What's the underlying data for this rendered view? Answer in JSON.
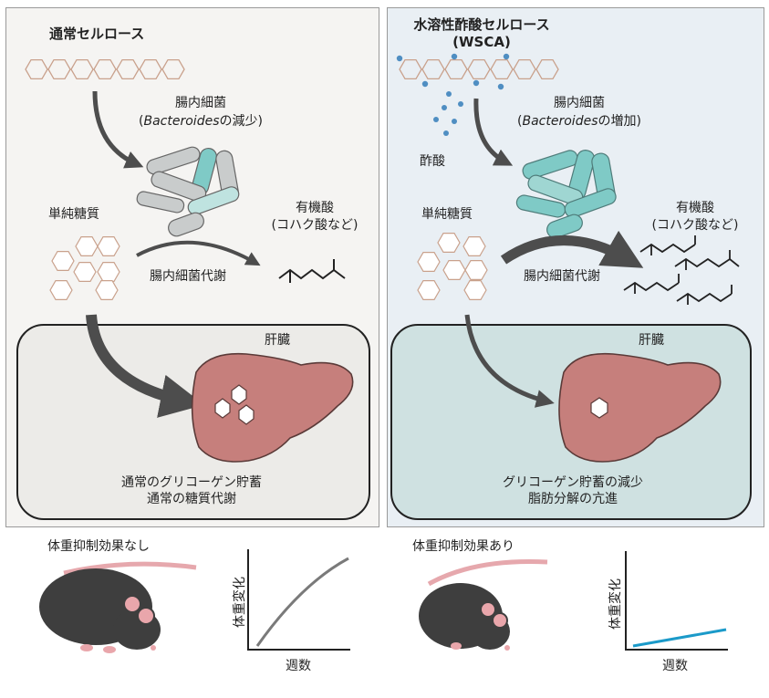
{
  "left": {
    "title": "通常セルロース",
    "bacteria_label": "腸内細菌",
    "bacteria_sub_open": "(",
    "bacteria_sub_italic": "Bacteroides",
    "bacteria_sub_rest": "の減少)",
    "simple_sugar": "単純糖質",
    "organic_acid": "有機酸",
    "organic_acid_sub": "(コハク酸など)",
    "metabolism": "腸内細菌代謝",
    "liver": "肝臓",
    "liver_line1": "通常のグリコーゲン貯蓄",
    "liver_line2": "通常の糖質代謝",
    "effect": "体重抑制効果なし",
    "graph_ylabel": "体重変化",
    "graph_xlabel": "週数",
    "curve_color": "#7a7a7a"
  },
  "right": {
    "title": "水溶性酢酸セルロース",
    "title2": "(WSCA)",
    "acetate": "酢酸",
    "bacteria_label": "腸内細菌",
    "bacteria_sub_open": "(",
    "bacteria_sub_italic": "Bacteroides",
    "bacteria_sub_rest": "の増加)",
    "simple_sugar": "単純糖質",
    "organic_acid": "有機酸",
    "organic_acid_sub": "(コハク酸など)",
    "metabolism": "腸内細菌代謝",
    "liver": "肝臓",
    "liver_line1": "グリコーゲン貯蓄の減少",
    "liver_line2": "脂肪分解の亢進",
    "effect": "体重抑制効果あり",
    "graph_ylabel": "体重変化",
    "graph_xlabel": "週数",
    "curve_color": "#1b9ac9"
  },
  "colors": {
    "liver": "#c67f7c",
    "bacteria_gray": "#c9cccc",
    "bacteria_teal": "#7fcac6",
    "acetate_dot": "#4f8ec2",
    "arrow": "#4d4d4d"
  }
}
